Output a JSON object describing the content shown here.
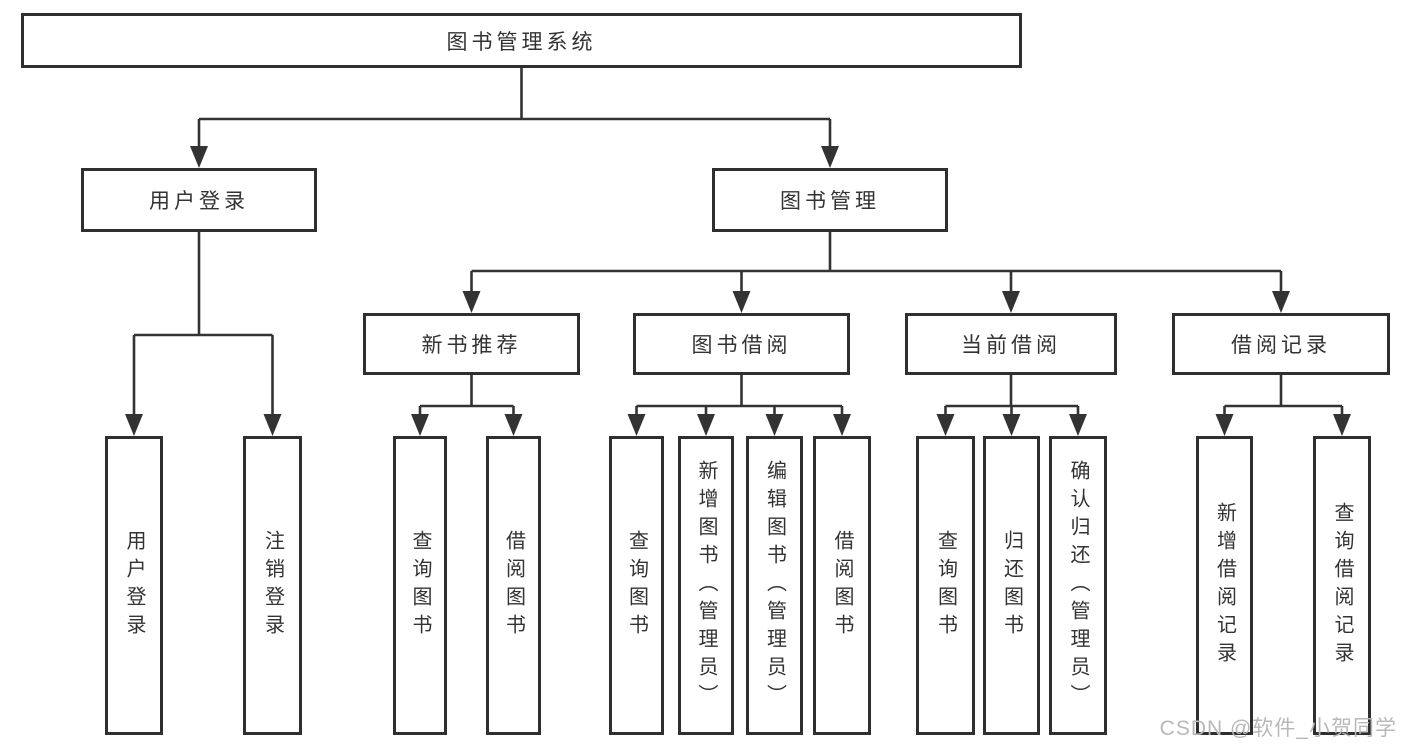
{
  "diagram": {
    "root": {
      "label": "图书管理系统"
    },
    "level2": [
      {
        "id": "user-login-branch",
        "label": "用户登录"
      },
      {
        "id": "book-management-branch",
        "label": "图书管理"
      }
    ],
    "level3": [
      {
        "id": "new-book-recommendation",
        "label": "新书推荐"
      },
      {
        "id": "book-borrowing",
        "label": "图书借阅"
      },
      {
        "id": "current-borrowing",
        "label": "当前借阅"
      },
      {
        "id": "borrowing-records",
        "label": "借阅记录"
      }
    ],
    "leaves": [
      {
        "parent": "用户登录",
        "label": "用户登录"
      },
      {
        "parent": "用户登录",
        "label": "注销登录"
      },
      {
        "parent": "新书推荐",
        "label": "查询图书"
      },
      {
        "parent": "新书推荐",
        "label": "借阅图书"
      },
      {
        "parent": "图书借阅",
        "label": "查询图书"
      },
      {
        "parent": "图书借阅",
        "label": "新增图书（管理员）"
      },
      {
        "parent": "图书借阅",
        "label": "编辑图书（管理员）"
      },
      {
        "parent": "图书借阅",
        "label": "借阅图书"
      },
      {
        "parent": "当前借阅",
        "label": "查询图书"
      },
      {
        "parent": "当前借阅",
        "label": "归还图书"
      },
      {
        "parent": "当前借阅",
        "label": "确认归还（管理员）"
      },
      {
        "parent": "借阅记录",
        "label": "新增借阅记录"
      },
      {
        "parent": "借阅记录",
        "label": "查询借阅记录"
      }
    ]
  },
  "watermark": {
    "text": "CSDN @软件_小贺同学"
  },
  "colors": {
    "line": "#333333",
    "box_border": "#2f2f2f",
    "text": "#333333",
    "watermark": "#b8b8b8"
  }
}
